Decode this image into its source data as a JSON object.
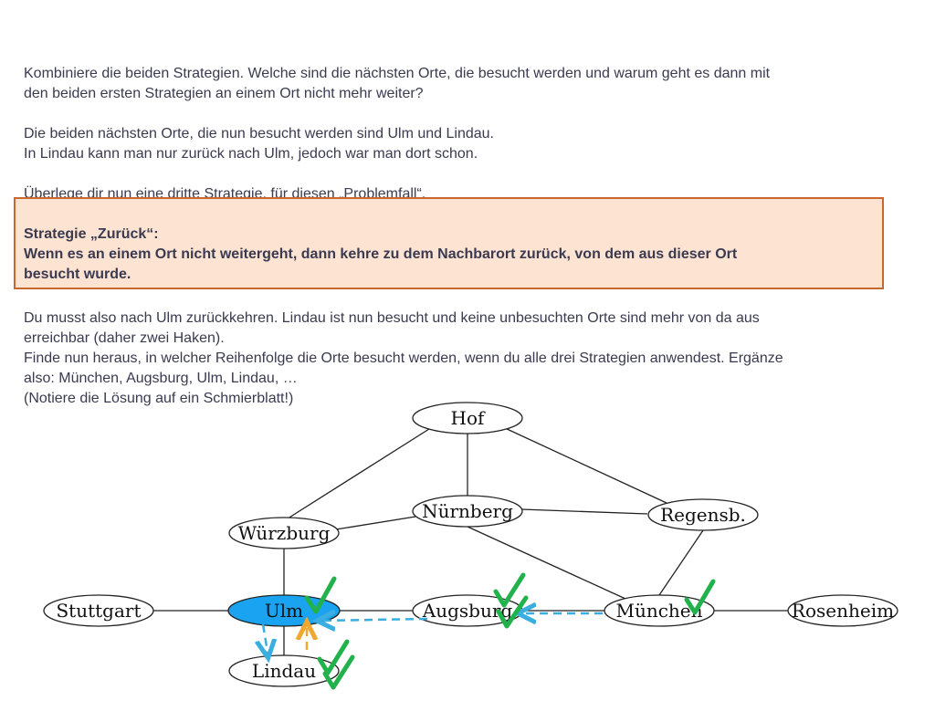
{
  "intro": {
    "line1": "Kombiniere die beiden Strategien. Welche sind die nächsten Orte, die besucht werden und warum geht es dann mit",
    "line2": "den beiden ersten Strategien an einem Ort nicht mehr weiter?"
  },
  "answer": {
    "line1": "Die beiden nächsten Orte, die nun besucht werden sind Ulm und Lindau.",
    "line2": "In Lindau kann man nur zurück nach Ulm, jedoch war man dort schon."
  },
  "task": "Überlege dir nun eine dritte Strategie, für diesen „Problemfall“.",
  "strategy": {
    "title": "Strategie „Zurück“:",
    "line1": "Wenn es an einem Ort nicht weitergeht, dann kehre zu dem Nachbarort zurück, von dem aus dieser Ort",
    "line2": "besucht wurde."
  },
  "explanation": {
    "line1": "Du musst also nach Ulm zurückkehren. Lindau ist nun besucht und keine unbesuchten Orte sind mehr von da aus",
    "line2": "erreichbar (daher zwei Haken).",
    "line3": "Finde nun heraus, in welcher Reihenfolge die Orte besucht werden, wenn du alle drei Strategien anwendest. Ergänze",
    "line4": "also: München, Augsburg, Ulm, Lindau, …",
    "line5": "(Notiere die Lösung auf ein Schmierblatt!)"
  },
  "graph": {
    "nodes": {
      "hof": "Hof",
      "nuernberg": "Nürnberg",
      "regensburg": "Regensb.",
      "wuerzburg": "Würzburg",
      "stuttgart": "Stuttgart",
      "ulm": "Ulm",
      "augsburg": "Augsburg",
      "muenchen": "München",
      "rosenheim": "Rosenheim",
      "lindau": "Lindau"
    },
    "colors": {
      "highlight_node": "#1aa3f0",
      "checkmark": "#22b24c",
      "forward_arrow": "#3aaee0",
      "back_arrow": "#f0a830",
      "edge": "#222222"
    }
  }
}
